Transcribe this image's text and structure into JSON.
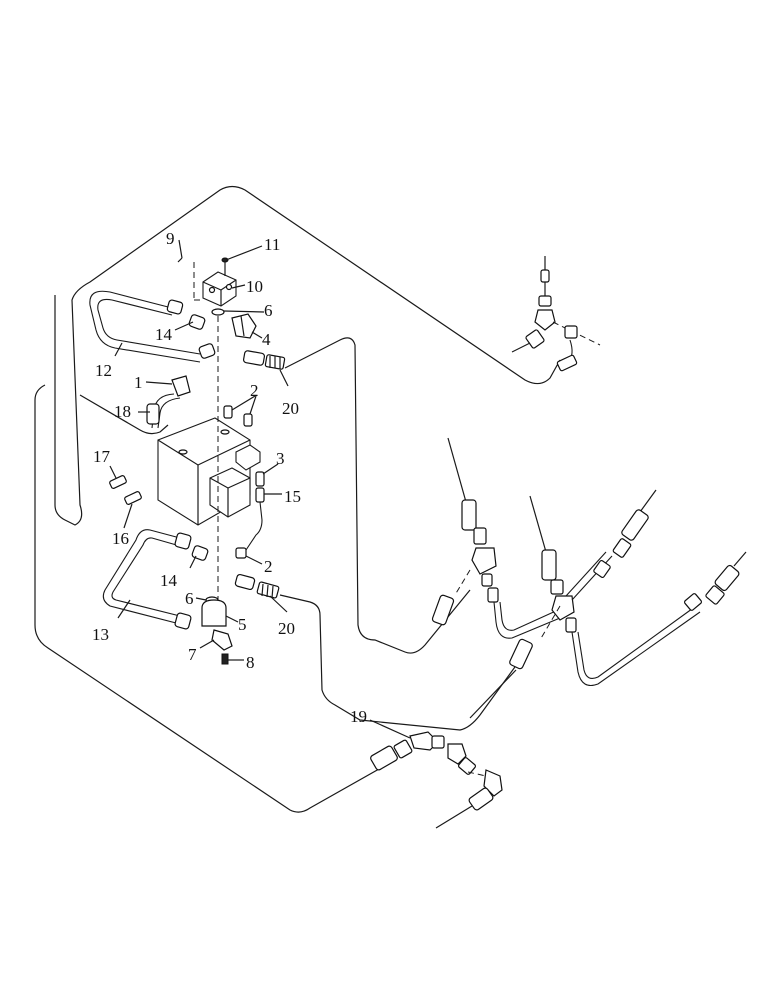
{
  "callouts": {
    "c1": "1",
    "c2a": "2",
    "c2b": "2",
    "c3": "3",
    "c4": "4",
    "c5": "5",
    "c6a": "6",
    "c6b": "6",
    "c7": "7",
    "c8": "8",
    "c9": "9",
    "c10": "10",
    "c11": "11",
    "c12": "12",
    "c13": "13",
    "c14a": "14",
    "c14b": "14",
    "c15": "15",
    "c16": "16",
    "c17": "17",
    "c18": "18",
    "c19": "19",
    "c20a": "20",
    "c20b": "20"
  }
}
